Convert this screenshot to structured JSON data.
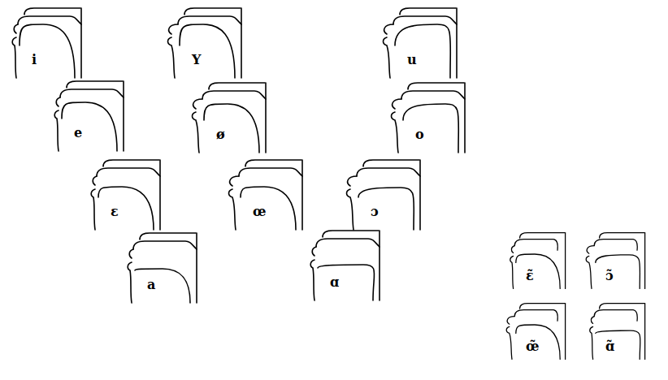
{
  "diagram": {
    "labels": [
      "i",
      "Y",
      "u",
      "e",
      "ø",
      "o",
      "ɛ",
      "œ",
      "ɔ",
      "a",
      "ɑ",
      "ɛ̃",
      "ɔ̃",
      "œ̃",
      "ɑ̃"
    ]
  }
}
